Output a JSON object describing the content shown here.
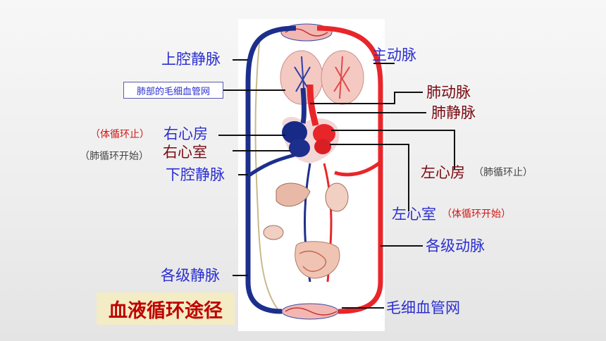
{
  "labels": {
    "superior_vena_cava": "上腔静脉",
    "aorta": "主动脉",
    "lung_capillaries": "肺部的毛细血管网",
    "pulmonary_artery": "肺动脉",
    "pulmonary_vein": "肺静脉",
    "right_atrium_note": "（体循环止）",
    "right_atrium": "右心房",
    "right_ventricle_note": "（肺循环开始）",
    "right_ventricle": "右心室",
    "inferior_vena_cava": "下腔静脉",
    "left_atrium": "左心房",
    "left_atrium_note": "（肺循环止）",
    "left_ventricle": "左心室",
    "left_ventricle_note": "（体循环开始）",
    "arteries": "各级动脉",
    "veins": "各级静脉",
    "capillaries": "毛细血管网",
    "title": "血液循环途径"
  },
  "colors": {
    "artery": "#e8262a",
    "vein": "#1d2f8c",
    "label_blue": "#2b2fd0",
    "label_darkred": "#7a0a12",
    "note_red": "#d21414",
    "title_bg": "#f3ecc4",
    "title_text": "#c00000"
  }
}
